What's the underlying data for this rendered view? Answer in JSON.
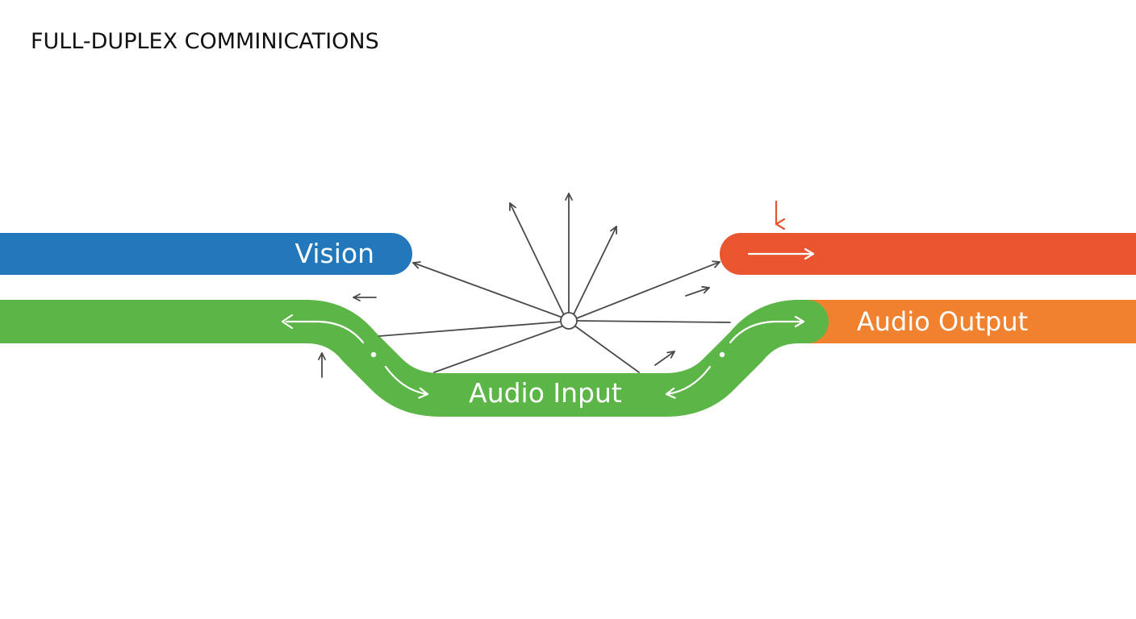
{
  "diagram": {
    "title": "FULL-DUPLEX COMMINICATIONS",
    "labels": {
      "vision": "Vision",
      "audio_input": "Audio Input",
      "audio_output": "Audio Output"
    },
    "colors": {
      "vision": "#2378BC",
      "audio_input": "#5CB547",
      "audio_output": "#F0822F",
      "output_red": "#E9552E",
      "connector": "#4A4A4A",
      "hub_fill": "#FFFFFF"
    },
    "icons": {
      "hub": "hub-circle-icon",
      "arrow": "arrow-icon"
    }
  }
}
